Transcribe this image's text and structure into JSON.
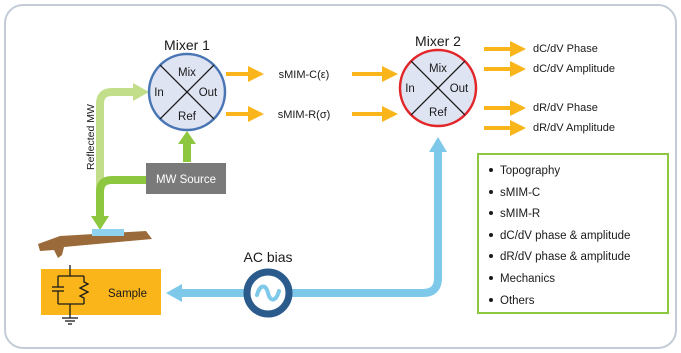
{
  "mixer1": {
    "title": "Mixer 1",
    "top": "Mix",
    "left": "In",
    "right": "Out",
    "bottom": "Ref"
  },
  "mixer2": {
    "title": "Mixer 2",
    "top": "Mix",
    "left": "In",
    "right": "Out",
    "bottom": "Ref"
  },
  "signals": {
    "smim_c": "sMIM-C(ε)",
    "smim_r": "sMIM-R(σ)"
  },
  "outputs": {
    "dc_phase": "dC/dV Phase",
    "dc_amplitude": "dC/dV Amplitude",
    "dr_phase": "dR/dV Phase",
    "dr_amplitude": "dR/dV Amplitude"
  },
  "labels": {
    "reflected_mw": "Reflected MW",
    "mw_source": "MW Source",
    "ac_bias": "AC bias",
    "sample": "Sample"
  },
  "capabilities": [
    "Topography",
    "sMIM-C",
    "sMIM-R",
    "dC/dV phase & amplitude",
    "dR/dV phase & amplitude",
    "Mechanics",
    "Others"
  ],
  "colors": {
    "frame_border": "#c3ccd6",
    "mixer1_border": "#4a76b5",
    "mixer2_border": "#e2262a",
    "mixer_fill": "#dfe4f3",
    "arrow_yellow": "#f9b51a",
    "arrow_green": "#8dc63f",
    "arrow_blue": "#7ec8ea",
    "mw_source_bg": "#7a7a7a",
    "sample_bg": "#f9b51a",
    "cantilever": "#9a6a3a",
    "tip_blue": "#8fd2f0",
    "ac_bias_ring": "#2b5a8c",
    "list_border": "#8dc63f"
  }
}
